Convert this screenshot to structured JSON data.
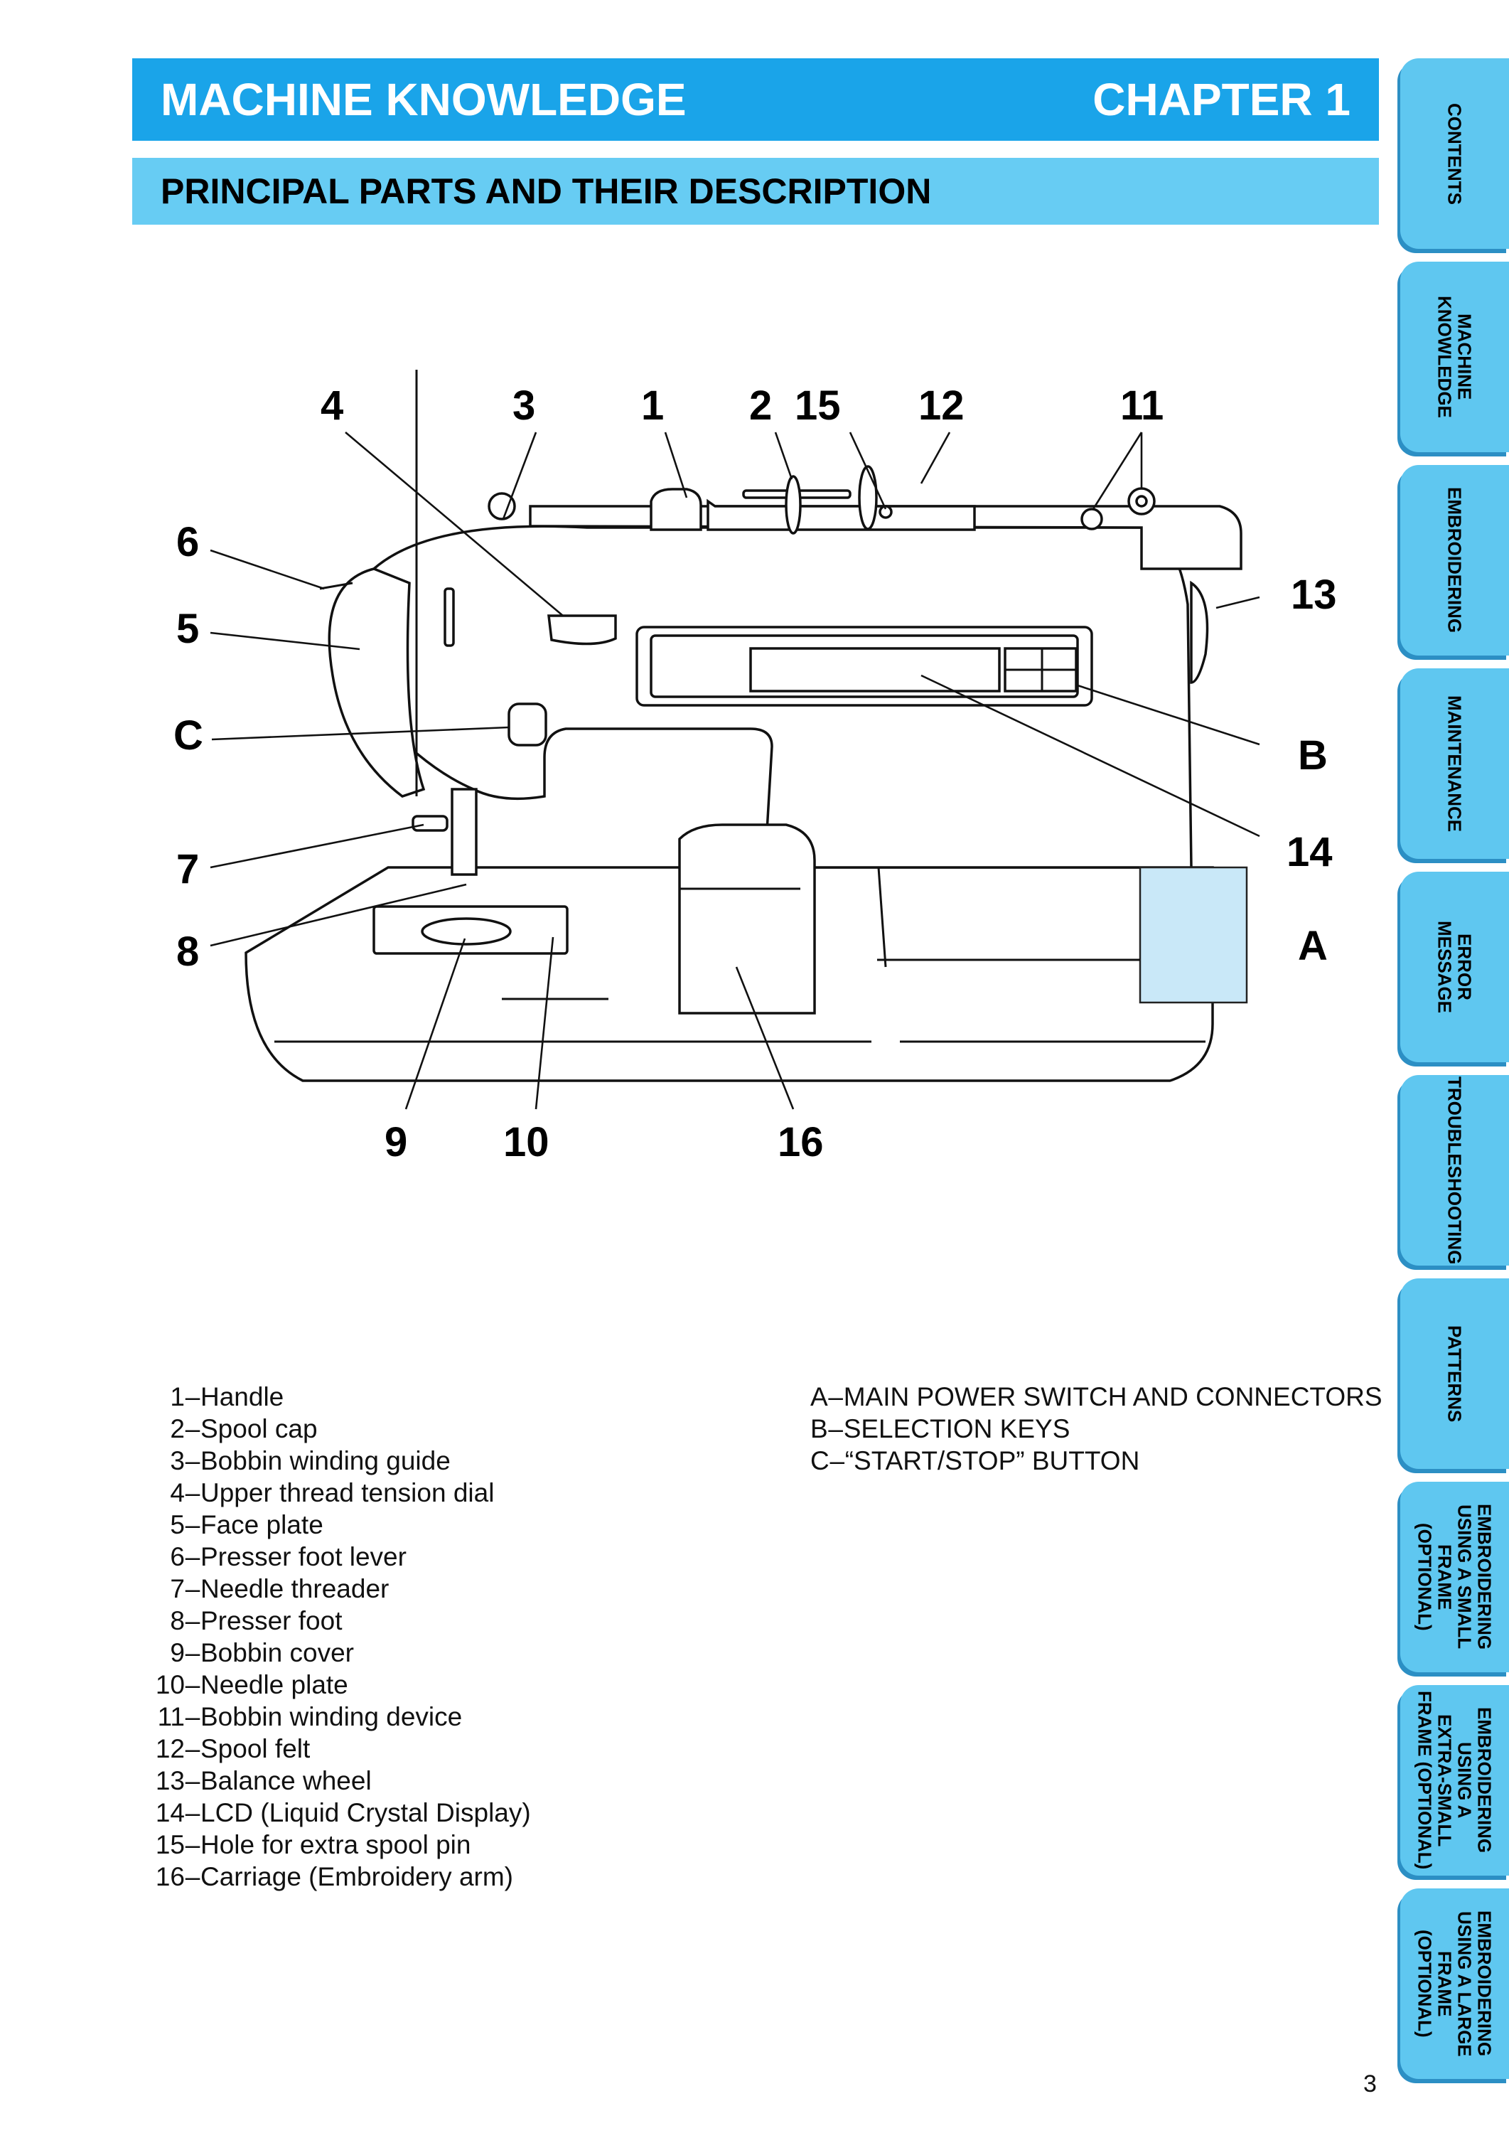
{
  "header": {
    "chapter_title": "MACHINE KNOWLEDGE",
    "chapter_number": "CHAPTER 1",
    "section_title": "PRINCIPAL PARTS AND THEIR DESCRIPTION"
  },
  "diagram": {
    "callouts": [
      "4",
      "3",
      "1",
      "2",
      "15",
      "12",
      "11",
      "6",
      "5",
      "C",
      "7",
      "8",
      "13",
      "B",
      "14",
      "A",
      "9",
      "10",
      "16"
    ],
    "highlight_color": "#c9e8f8"
  },
  "parts_legend": [
    {
      "key": "1",
      "label": "Handle"
    },
    {
      "key": "2",
      "label": "Spool cap"
    },
    {
      "key": "3",
      "label": "Bobbin winding guide"
    },
    {
      "key": "4",
      "label": "Upper thread tension dial"
    },
    {
      "key": "5",
      "label": "Face plate"
    },
    {
      "key": "6",
      "label": "Presser foot lever"
    },
    {
      "key": "7",
      "label": "Needle threader"
    },
    {
      "key": "8",
      "label": "Presser foot"
    },
    {
      "key": "9",
      "label": "Bobbin cover"
    },
    {
      "key": "10",
      "label": "Needle plate"
    },
    {
      "key": "11",
      "label": "Bobbin winding device"
    },
    {
      "key": "12",
      "label": "Spool felt"
    },
    {
      "key": "13",
      "label": "Balance wheel"
    },
    {
      "key": "14",
      "label": "LCD (Liquid Crystal Display)"
    },
    {
      "key": "15",
      "label": "Hole for extra spool pin"
    },
    {
      "key": "16",
      "label": "Carriage (Embroidery arm)"
    }
  ],
  "controls_legend": [
    {
      "key": "A",
      "label": "MAIN POWER SWITCH AND CONNECTORS"
    },
    {
      "key": "B",
      "label": "SELECTION KEYS"
    },
    {
      "key": "C",
      "label": "“START/STOP” BUTTON"
    }
  ],
  "tabs": [
    "CONTENTS",
    "MACHINE\nKNOWLEDGE",
    "EMBROIDERING",
    "MAINTENANCE",
    "ERROR\nMESSAGE",
    "TROUBLESHOOTING",
    "PATTERNS",
    "EMBROIDERING\nUSING A SMALL\nFRAME\n(OPTIONAL)",
    "EMBROIDERING\nUSING A\nEXTRA-SMALL\nFRAME (OPTIONAL)",
    "EMBROIDERING\nUSING A LARGE\nFRAME\n(OPTIONAL)"
  ],
  "page_number": "3",
  "colors": {
    "chapter_bar": "#1aa4e9",
    "section_bar": "#67ccf3",
    "tab": "#5fc7f0"
  }
}
